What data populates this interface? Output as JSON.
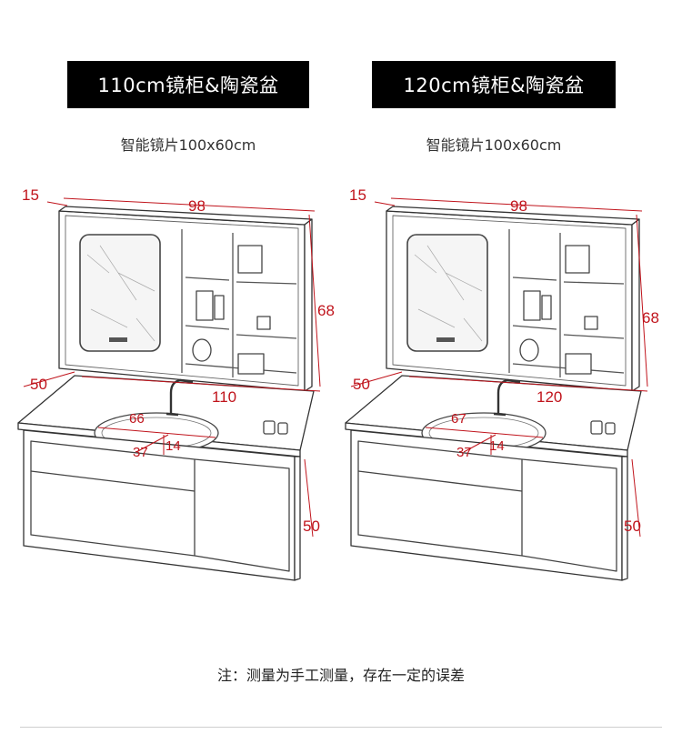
{
  "variants": [
    {
      "title": "110cm镜柜&陶瓷盆",
      "subtitle": "智能镜片100x60cm",
      "dims": {
        "cabinet_depth": "15",
        "cabinet_width": "98",
        "cabinet_height": "68",
        "counter_depth": "50",
        "counter_width": "110",
        "basin_width": "66",
        "basin_depth": "37",
        "basin_height": "14",
        "vanity_height": "50"
      }
    },
    {
      "title": "120cm镜柜&陶瓷盆",
      "subtitle": "智能镜片100x60cm",
      "dims": {
        "cabinet_depth": "15",
        "cabinet_width": "98",
        "cabinet_height": "68",
        "counter_depth": "50",
        "counter_width": "120",
        "basin_width": "67",
        "basin_depth": "37",
        "basin_height": "14",
        "vanity_height": "50"
      }
    }
  ],
  "note": "注：测量为手工测量，存在一定的误差",
  "colors": {
    "dimension": "#c0141c",
    "title_bg": "#000000",
    "line": "#333333"
  }
}
